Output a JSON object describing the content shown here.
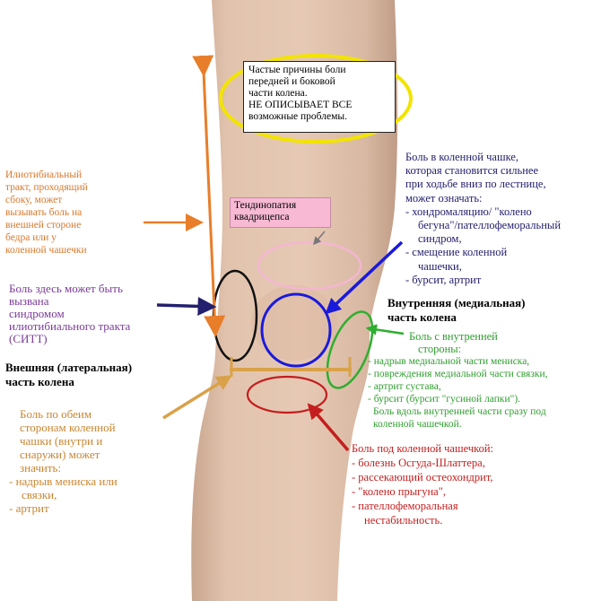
{
  "colors": {
    "skin": "#e2c3ad",
    "orange": "#e87e2a",
    "yellow": "#f2e400",
    "navy": "#24206e",
    "purple": "#7b3a98",
    "blue": "#1a1adb",
    "green": "#2fae2f",
    "red": "#c41e1e",
    "pink": "#f7b9d4",
    "tan": "#d9a24a"
  },
  "callouts": {
    "top_box": {
      "lines": [
        "Частые причины боли",
        "передней и боковой",
        "части колена.",
        "НЕ ОПИСЫВАЕТ ВСЕ",
        "возможные проблемы."
      ]
    },
    "quad": {
      "lines": [
        "Тендинопатия",
        "квадрицепса"
      ]
    },
    "iliotibial": {
      "lines": [
        "Илиотибиальный",
        "тракт, проходящий",
        "сбоку, может",
        "вызывать боль на",
        "внешней стороне",
        "бедра или у",
        "коленной чашечки"
      ]
    },
    "sitt": {
      "lines": [
        "Боль здесь может быть",
        "вызвана",
        "синдромом",
        "илиотибиального тракта",
        "(СИТТ)"
      ]
    },
    "lateral": {
      "lines": [
        "Внешняя (латеральная)",
        "часть колена"
      ]
    },
    "both_sides": {
      "lines": [
        "Боль по обеим",
        "сторонам коленной",
        "чашки (внутри и",
        "снаружи) может",
        "значить:",
        "- надрыв мениска или",
        "связки,",
        "- артрит"
      ]
    },
    "kneecap": {
      "lines": [
        "Боль в коленной чашке,",
        "которая становится сильнее",
        "при ходьбе вниз по лестнице,",
        "может означать:",
        "- хондромаляцию/ \"колено",
        "бегуна\"/пателлофеморальный",
        "синдром,",
        "- смещение коленной",
        "чашечки,",
        "- бурсит, артрит"
      ]
    },
    "medial": {
      "lines": [
        "Внутренняя (медиальная)",
        "часть колена"
      ]
    },
    "inner": {
      "lines": [
        "Боль с внутренней",
        "стороны:",
        "- надрыв медиальной части мениска,",
        "- повреждения медиальной части связки,",
        "- артрит сустава,",
        "- бурсит (бурсит \"гусиной лапки\").",
        "Боль вдоль внутренней части сразу под",
        "коленной чашечкой."
      ]
    },
    "below": {
      "lines": [
        "Боль под коленной чашечкой:",
        "- болезнь Осгуда-Шлаттера,",
        "- рассекающий остеохондрит,",
        "- \"колено прыгуна\",",
        "- пателлофеморальная",
        "нестабильность."
      ]
    }
  }
}
